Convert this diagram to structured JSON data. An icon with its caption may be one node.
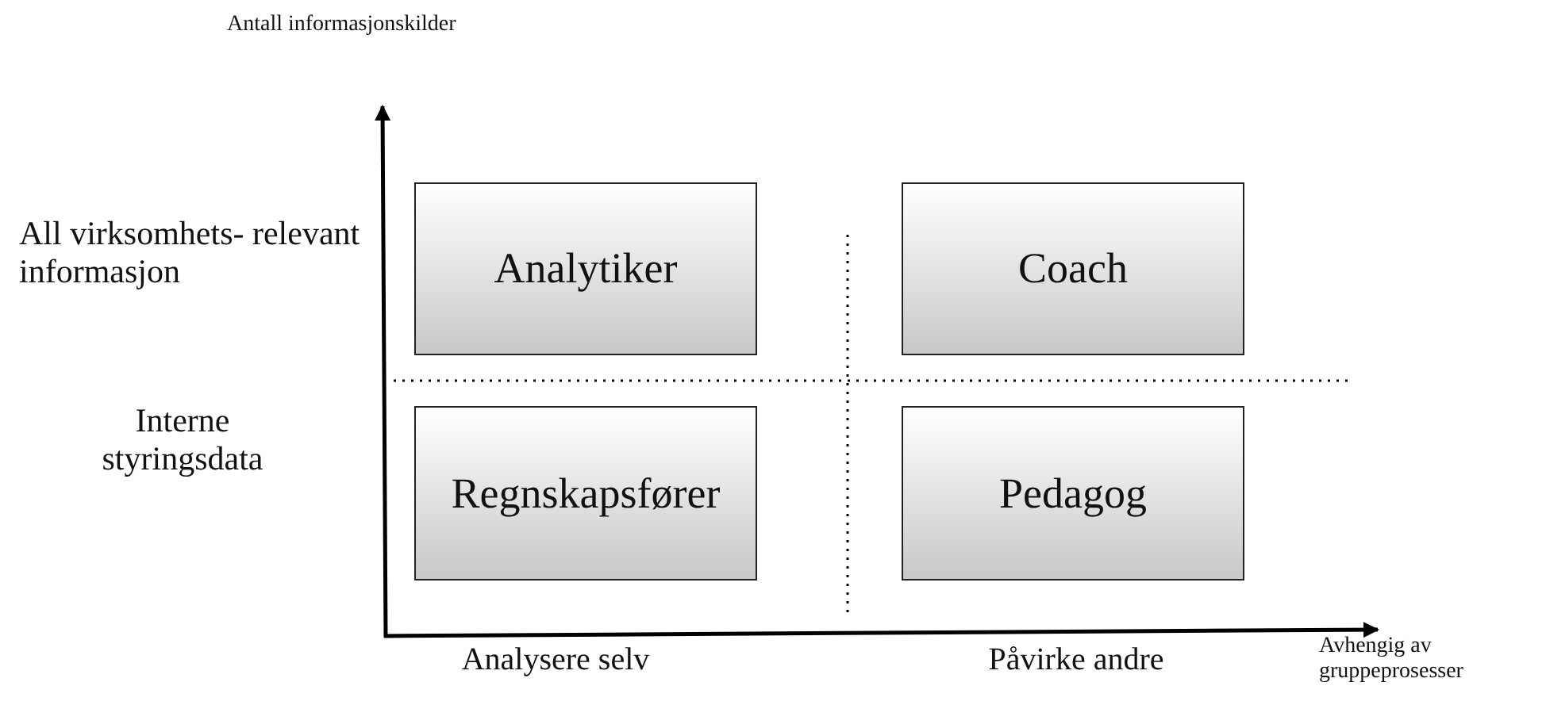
{
  "diagram": {
    "nodes": [
      {
        "text": [
          "Analytiker"
        ]
      },
      {
        "text": [
          "Coach"
        ]
      },
      {
        "text": [
          "Regnskapsfører"
        ]
      },
      {
        "text": [
          "Pedagog"
        ]
      }
    ],
    "edges": [],
    "labels": [
      "Antall informasjonskilder",
      "All virksomhets- relevant informasjon",
      "Interne styringsdata",
      "Analysere selv",
      "Påvirke andre",
      "Avhengig av gruppeprosesser"
    ]
  }
}
